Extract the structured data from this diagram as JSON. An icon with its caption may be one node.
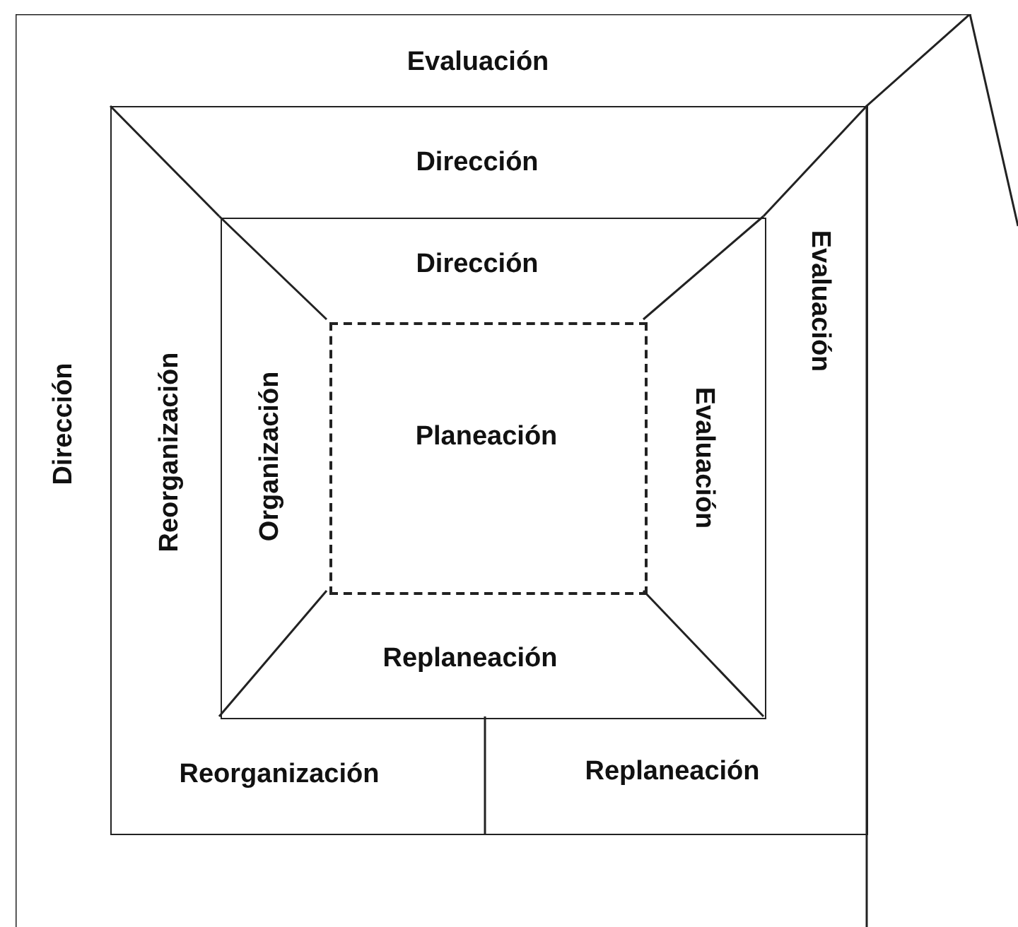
{
  "diagram": {
    "nodes": [
      {
        "text": [
          "Evaluación",
          "Dirección"
        ]
      },
      {
        "text": [
          "Dirección",
          "Reorganización",
          "Evaluación",
          "Reorganización",
          "Replaneación"
        ],
        "in": 0
      },
      {
        "text": [
          "Dirección",
          "Organización",
          "Evaluación",
          "Replaneación"
        ],
        "in": 1
      },
      {
        "text": [
          "Planeación"
        ],
        "in": 2
      }
    ]
  }
}
